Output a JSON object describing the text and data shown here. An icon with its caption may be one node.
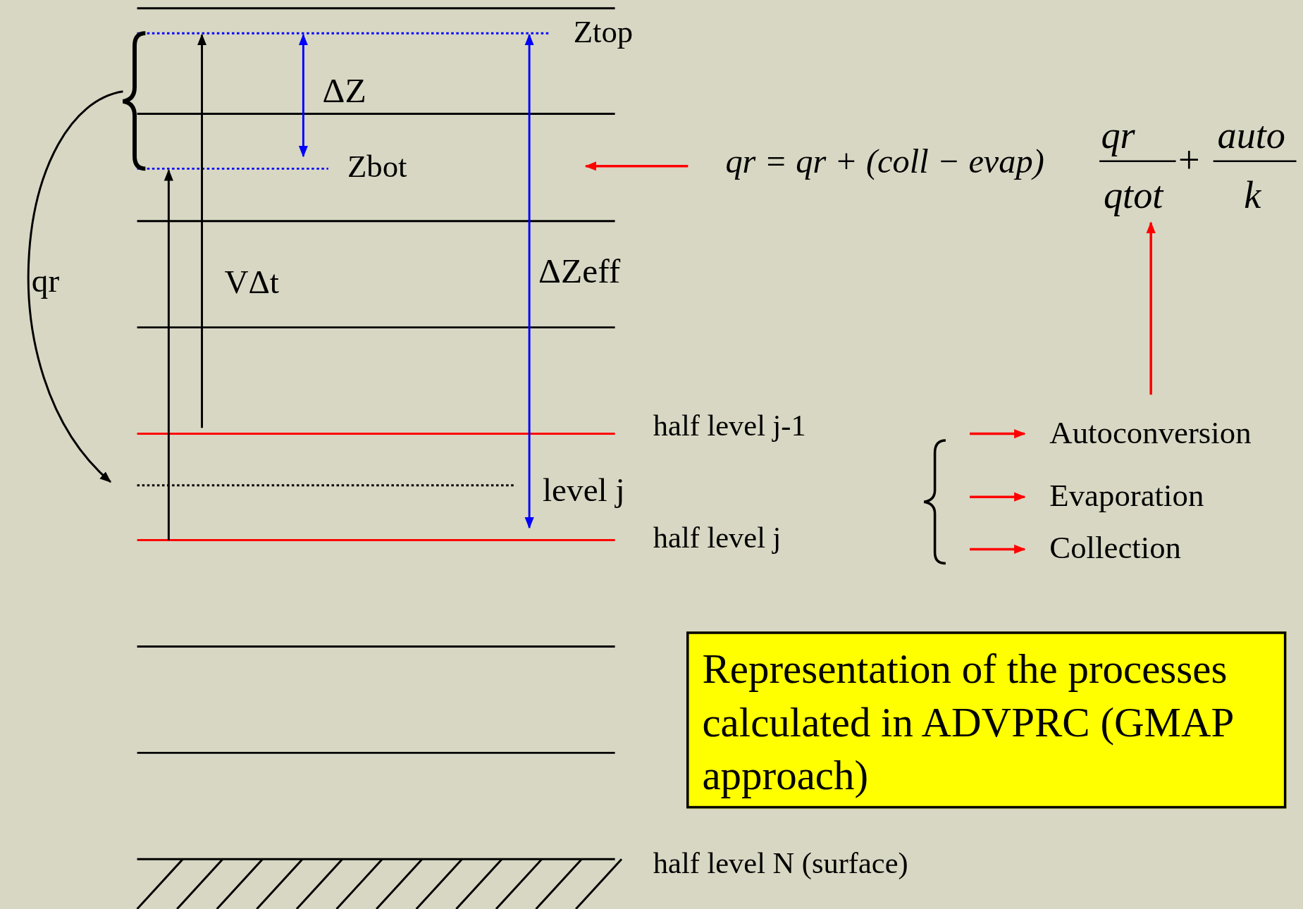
{
  "diagram": {
    "nodes": [
      {
        "text": [
          "qr = qr + (coll − evap)",
          "qr",
          "qtot",
          "+",
          "auto",
          "k"
        ]
      },
      {
        "text": [
          "Autoconversion"
        ]
      },
      {
        "text": [
          "Evaporation"
        ]
      },
      {
        "text": [
          "Collection"
        ]
      },
      {
        "text": [
          "Representation of the processes calculated in ADVPRC (GMAP approach)"
        ]
      }
    ],
    "edges": [
      {
        "from": 0,
        "to": null,
        "arrow": "to"
      },
      {
        "from": 1,
        "to": 0,
        "arrow": "to"
      },
      {
        "from": null,
        "to": 1,
        "arrow": "to"
      },
      {
        "from": null,
        "to": 2,
        "arrow": "to"
      },
      {
        "from": null,
        "to": 3,
        "arrow": "to"
      }
    ],
    "labels": [
      "Ztop",
      "ΔZ",
      "Zbot",
      "qr",
      "VΔt",
      "ΔZeff",
      "half level j-1",
      "level j",
      "half level j",
      "half level N (surface)"
    ]
  }
}
